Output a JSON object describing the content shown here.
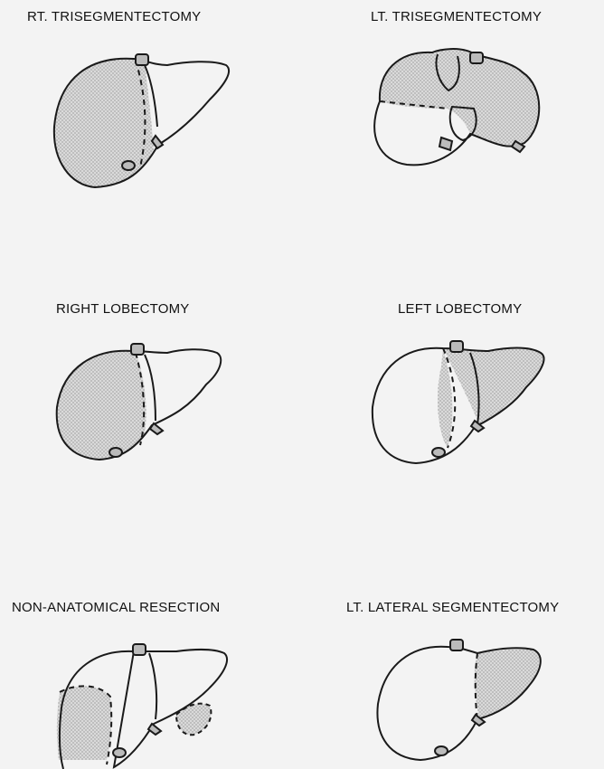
{
  "labels": {
    "rt_trisegmentectomy": "RT. TRISEGMENTECTOMY",
    "lt_trisegmentectomy": "LT. TRISEGMENTECTOMY",
    "right_lobectomy": "RIGHT LOBECTOMY",
    "left_lobectomy": "LEFT LOBECTOMY",
    "non_anatomical_resection": "NON-ANATOMICAL RESECTION",
    "lt_lateral_segmentectomy": "LT. LATERAL SEGMENTECTOMY"
  },
  "colors": {
    "background": "#f3f3f3",
    "outline": "#1a1a1a",
    "resected_fill": "#d4d4d4"
  }
}
